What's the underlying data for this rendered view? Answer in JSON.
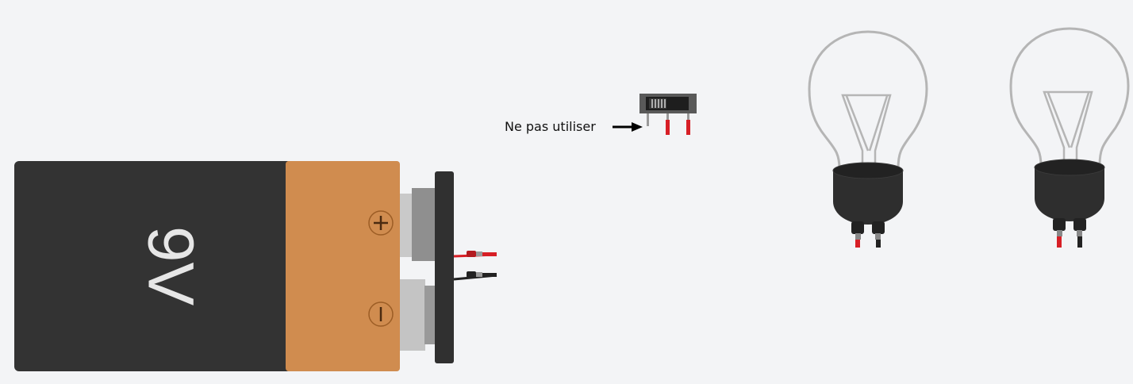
{
  "battery": {
    "voltage_label": "9V",
    "plus_symbol": "+",
    "minus_symbol": "−"
  },
  "note": {
    "text": "Ne pas utiliser"
  },
  "colors": {
    "background": "#f3f4f6",
    "battery_body": "#333333",
    "battery_band": "#d08c4f",
    "terminal": "#bdbdbd",
    "wire_red": "#d71f26",
    "wire_black": "#222222",
    "bulb_glass": "#b3b3b3",
    "bulb_base": "#2e2e2e"
  },
  "components": {
    "battery": "battery-9v",
    "switch": "slide-switch",
    "bulbs": [
      "light-bulb-1",
      "light-bulb-2"
    ]
  }
}
